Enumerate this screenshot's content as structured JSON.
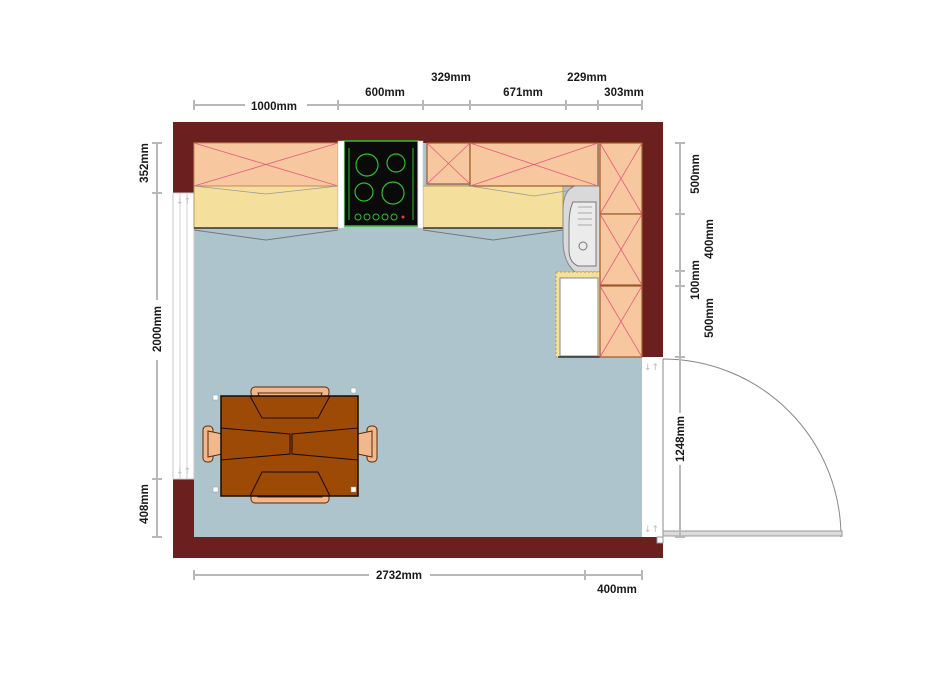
{
  "colors": {
    "wall": "#6b1f1f",
    "floor": "#aec4cc",
    "cabinet_top": "#f7c7a0",
    "counter": "#f5df9c",
    "table": "#9c4a06",
    "chair": "#f0b88c",
    "cooktop": "#0a0a0a",
    "cooktop_ring": "#2fbf2f",
    "dim_line": "#b8b8b8"
  },
  "dimensions": {
    "top_1000": "1000mm",
    "top_600": "600mm",
    "top_329": "329mm",
    "top_671": "671mm",
    "top_229": "229mm",
    "top_303": "303mm",
    "left_352": "352mm",
    "left_2000": "2000mm",
    "left_408": "408mm",
    "right_500a": "500mm",
    "right_400": "400mm",
    "right_100": "100mm",
    "right_500b": "500mm",
    "right_1248": "1248mm",
    "bottom_2732": "2732mm",
    "bottom_400": "400mm"
  }
}
